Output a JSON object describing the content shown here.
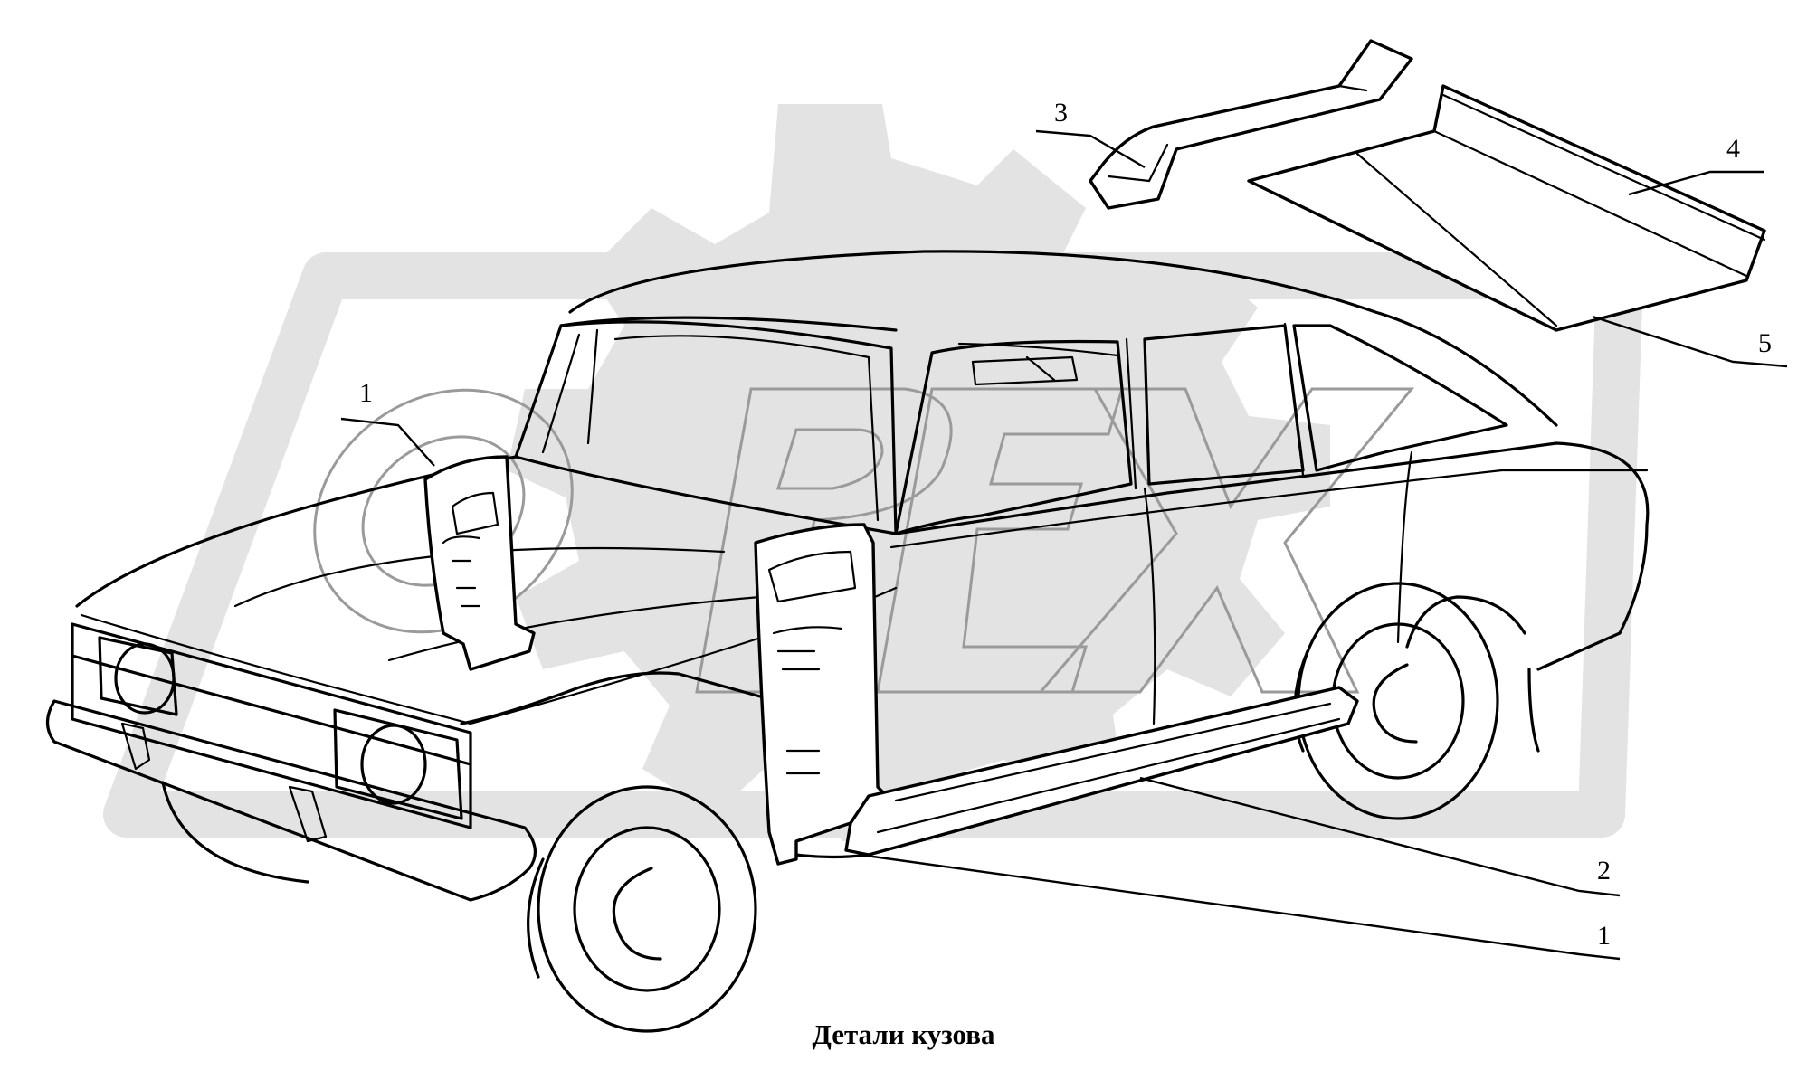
{
  "watermark": {
    "text": "OPEX",
    "gear_color": "#e3e3e3",
    "text_outline_color": "#9a9a9a"
  },
  "callouts": [
    {
      "id": "pillar-front-left",
      "number": "1"
    },
    {
      "id": "sill-left",
      "number": "2"
    },
    {
      "id": "rear-panel-strip",
      "number": "3"
    },
    {
      "id": "roof-panel-upper",
      "number": "4"
    },
    {
      "id": "roof-panel-lower",
      "number": "5"
    },
    {
      "id": "pillar-sill-front",
      "number": "1"
    }
  ],
  "caption": "Детали кузова",
  "colors": {
    "line": "#000000",
    "background": "#ffffff"
  }
}
